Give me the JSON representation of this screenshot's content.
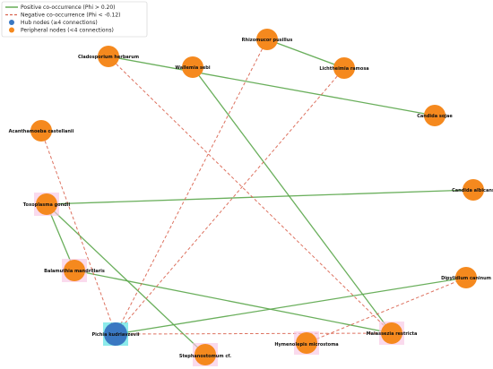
{
  "legend": {
    "positive_label": "Positive co-occurrence (Phi > 0.20)",
    "negative_label": "Negative co-occurrence (Phi < -0.12)",
    "hub_label": "Hub nodes (≥4 connections)",
    "peripheral_label": "Peripheral nodes (<4 connections)"
  },
  "colors": {
    "positive_edge": "#5aa64a",
    "negative_edge": "#d9634f",
    "hub_node": "#3a78c2",
    "peripheral_node": "#f5891e",
    "hub_halo": "#4fe0e0",
    "peripheral_halo": "#f7c6e4"
  },
  "nodes": [
    {
      "id": "cladosporium",
      "label": "Cladosporium herbarum",
      "type": "peripheral",
      "halo": false
    },
    {
      "id": "wallemia",
      "label": "Wallemia sebi",
      "type": "peripheral",
      "halo": false
    },
    {
      "id": "rhizomucor",
      "label": "Rhizomucor pusillus",
      "type": "peripheral",
      "halo": false
    },
    {
      "id": "lichtheimia",
      "label": "Lichtheimia ramosa",
      "type": "peripheral",
      "halo": false
    },
    {
      "id": "candida_sojae",
      "label": "Candida sojae",
      "type": "peripheral",
      "halo": false
    },
    {
      "id": "acanthamoeba",
      "label": "Acanthamoeba castellanii",
      "type": "peripheral",
      "halo": false
    },
    {
      "id": "toxoplasma",
      "label": "Toxoplasma gondii",
      "type": "peripheral",
      "halo": true
    },
    {
      "id": "candida_albicans",
      "label": "Candida albicans",
      "type": "peripheral",
      "halo": false
    },
    {
      "id": "balamuthia",
      "label": "Balamuthia mandrillaris",
      "type": "peripheral",
      "halo": true
    },
    {
      "id": "dipylidium",
      "label": "Dipylidium caninum",
      "type": "peripheral",
      "halo": false
    },
    {
      "id": "malassezia",
      "label": "Malassezia restricta",
      "type": "peripheral",
      "halo": true
    },
    {
      "id": "hymenolepis",
      "label": "Hymenolepis microstoma",
      "type": "peripheral",
      "halo": true
    },
    {
      "id": "stephanostomum",
      "label": "Stephanostomum cf.",
      "type": "peripheral",
      "halo": true
    },
    {
      "id": "pichia",
      "label": "Pichia kudriavzevii",
      "type": "hub",
      "halo": true
    }
  ],
  "edges": [
    {
      "source": "cladosporium",
      "target": "candida_sojae",
      "sign": "positive"
    },
    {
      "source": "rhizomucor",
      "target": "lichtheimia",
      "sign": "positive"
    },
    {
      "source": "wallemia",
      "target": "malassezia",
      "sign": "positive"
    },
    {
      "source": "toxoplasma",
      "target": "candida_albicans",
      "sign": "positive"
    },
    {
      "source": "toxoplasma",
      "target": "balamuthia",
      "sign": "positive"
    },
    {
      "source": "toxoplasma",
      "target": "stephanostomum",
      "sign": "positive"
    },
    {
      "source": "balamuthia",
      "target": "malassezia",
      "sign": "positive"
    },
    {
      "source": "pichia",
      "target": "dipylidium",
      "sign": "positive"
    },
    {
      "source": "cladosporium",
      "target": "malassezia",
      "sign": "negative"
    },
    {
      "source": "acanthamoeba",
      "target": "pichia",
      "sign": "negative"
    },
    {
      "source": "rhizomucor",
      "target": "pichia",
      "sign": "negative"
    },
    {
      "source": "lichtheimia",
      "target": "pichia",
      "sign": "negative"
    },
    {
      "source": "pichia",
      "target": "malassezia",
      "sign": "negative"
    },
    {
      "source": "hymenolepis",
      "target": "dipylidium",
      "sign": "negative"
    }
  ]
}
